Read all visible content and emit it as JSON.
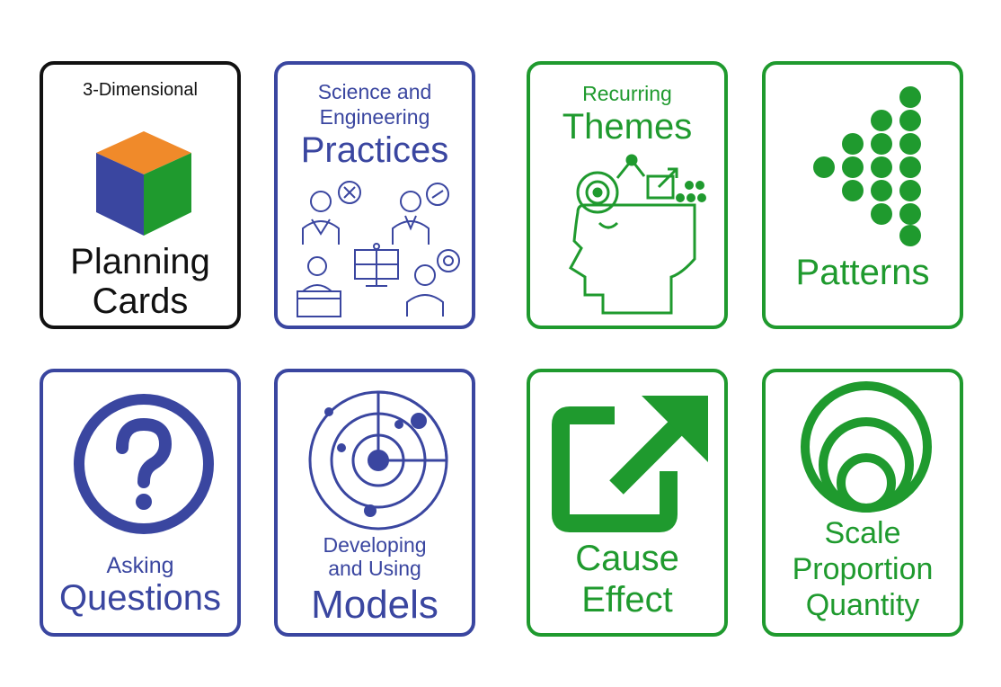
{
  "colors": {
    "blue": "#3a46a0",
    "green": "#1f9a2e",
    "black": "#111111",
    "cube_top": "#f08a2a",
    "cube_left": "#3a46a0",
    "cube_right": "#1f9a2e"
  },
  "cards": {
    "planning": {
      "small": "3-Dimensional",
      "line1": "Planning",
      "line2": "Cards",
      "icon": "cube-icon"
    },
    "practices": {
      "line1": "Science and",
      "line2": "Engineering",
      "big": "Practices",
      "icon": "people-icons"
    },
    "themes": {
      "small": "Recurring",
      "big": "Themes",
      "icon": "head-icon"
    },
    "patterns": {
      "big": "Patterns",
      "icon": "dot-arrow-icon"
    },
    "questions": {
      "small": "Asking",
      "big": "Questions",
      "icon": "question-mark-icon"
    },
    "models": {
      "line1": "Developing",
      "line2": "and Using",
      "big": "Models",
      "icon": "radar-icon"
    },
    "cause": {
      "line1": "Cause",
      "line2": "Effect",
      "icon": "arrow-out-box-icon"
    },
    "scale": {
      "line1": "Scale",
      "line2": "Proportion",
      "line3": "Quantity",
      "icon": "nested-circles-icon"
    }
  }
}
